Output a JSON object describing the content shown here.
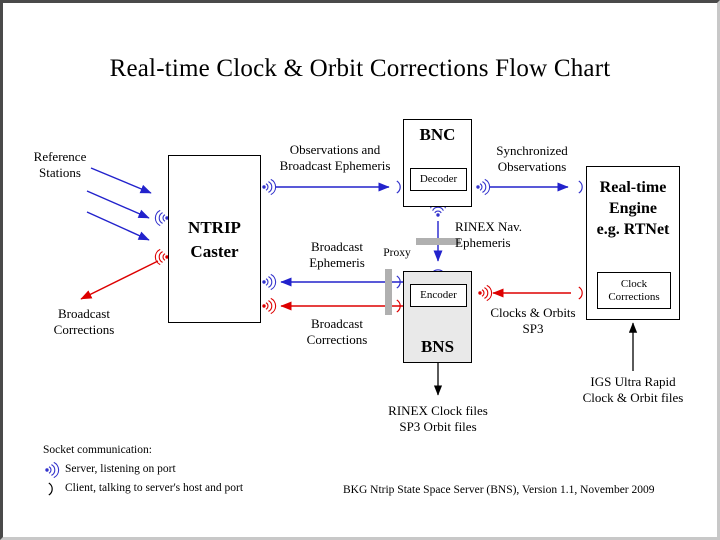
{
  "title": "Real-time Clock & Orbit Corrections Flow Chart",
  "colors": {
    "server_socket": "#3333cc",
    "client_socket": "#3333cc",
    "data_blue": "#2222cc",
    "data_red": "#dd0000",
    "file_black": "#000000",
    "bns_fill": "#e9e9e9",
    "proxy_bar": "#b0b0b0",
    "frame_dark": "#4a4a4a",
    "frame_light": "#c8c8c8"
  },
  "nodes": {
    "reference_stations": {
      "label": "Reference\nStations"
    },
    "ntrip_caster": {
      "label": "NTRIP\nCaster"
    },
    "bnc": {
      "title": "BNC",
      "inner": "Decoder"
    },
    "bns": {
      "title": "BNS",
      "inner": "Encoder"
    },
    "rt_engine": {
      "title": "Real-time\nEngine\ne.g. RTNet",
      "inner": "Clock\nCorrections"
    }
  },
  "flow_labels": {
    "observations_broadcast_ephemeris": "Observations and\nBroadcast Ephemeris",
    "synchronized_observations": "Synchronized\nObservations",
    "broadcast_ephemeris": "Broadcast\nEphemeris",
    "broadcast_corrections_mid": "Broadcast\nCorrections",
    "broadcast_corrections_left": "Broadcast\nCorrections",
    "rinex_nav_ephemeris": "RINEX Nav.\nEphemeris",
    "clocks_orbits_sp3": "Clocks & Orbits\nSP3",
    "proxy": "Proxy",
    "rinex_clock_sp3_files": "RINEX Clock files\nSP3 Orbit files",
    "igs_ultra_rapid": "IGS Ultra Rapid\nClock & Orbit files"
  },
  "legend": {
    "heading": "Socket communication:",
    "items": [
      {
        "icon": "server-socket-icon",
        "text": "Server, listening on port"
      },
      {
        "icon": "client-socket-icon",
        "text": "Client, talking to server's host and port"
      }
    ]
  },
  "footer": "BKG Ntrip State Space Server (BNS), Version 1.1, November 2009"
}
